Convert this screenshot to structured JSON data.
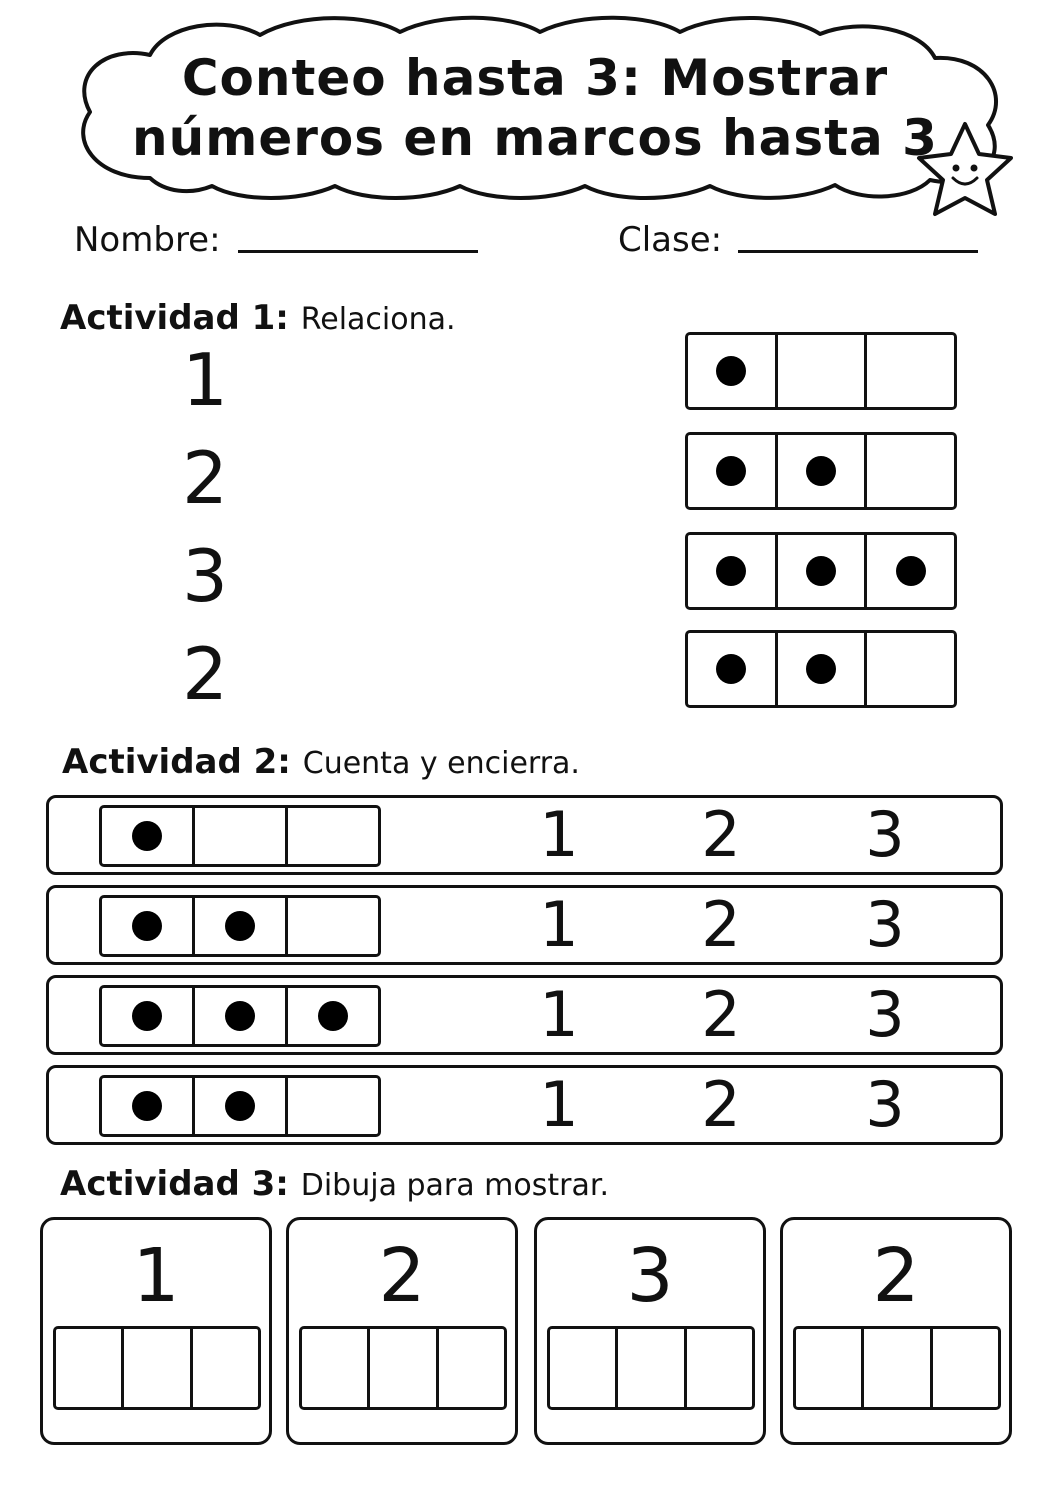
{
  "title": {
    "line1": "Conteo hasta 3: Mostrar",
    "line2": "números en marcos hasta 3"
  },
  "fields": {
    "name_label": "Nombre:",
    "class_label": "Clase:"
  },
  "activity1": {
    "heading": "Actividad 1:",
    "instruction": "Relaciona.",
    "numbers": [
      "1",
      "2",
      "3",
      "2"
    ],
    "frames_dots": [
      1,
      2,
      3,
      2
    ]
  },
  "activity2": {
    "heading": "Actividad 2:",
    "instruction": "Cuenta y encierra.",
    "choices": [
      "1",
      "2",
      "3"
    ],
    "frames_dots": [
      1,
      2,
      3,
      2
    ]
  },
  "activity3": {
    "heading": "Actividad 3:",
    "instruction": "Dibuja para mostrar.",
    "numbers": [
      "1",
      "2",
      "3",
      "2"
    ]
  },
  "decorations": {
    "star": "smiling-star-icon",
    "cloud": "cloud-shape"
  }
}
